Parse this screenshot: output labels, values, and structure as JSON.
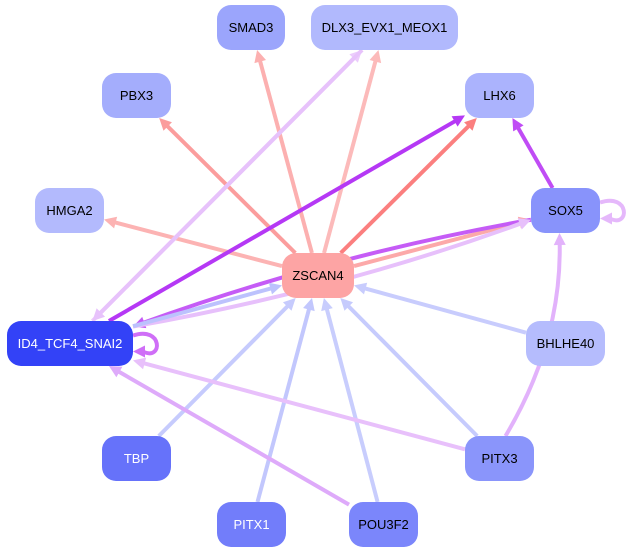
{
  "graph": {
    "center": "ZSCAN4",
    "nodes": [
      {
        "id": "SMAD3",
        "label": "SMAD3",
        "fill": "#9ba5fc",
        "text": "#000000"
      },
      {
        "id": "DLX3_EVX1_MEOX1",
        "label": "DLX3_EVX1_MEOX1",
        "fill": "#b1b9fd",
        "text": "#000000"
      },
      {
        "id": "PBX3",
        "label": "PBX3",
        "fill": "#a4adfc",
        "text": "#000000"
      },
      {
        "id": "LHX6",
        "label": "LHX6",
        "fill": "#abb3fd",
        "text": "#000000"
      },
      {
        "id": "HMGA2",
        "label": "HMGA2",
        "fill": "#b3bafd",
        "text": "#000000"
      },
      {
        "id": "SOX5",
        "label": "SOX5",
        "fill": "#8893fb",
        "text": "#000000"
      },
      {
        "id": "ZSCAN4",
        "label": "ZSCAN4",
        "fill": "#fda4a4",
        "text": "#000000"
      },
      {
        "id": "ID4_TCF4_SNAI2",
        "label": "ID4_TCF4_SNAI2",
        "fill": "#3342f7",
        "text": "#ffffff"
      },
      {
        "id": "BHLHE40",
        "label": "BHLHE40",
        "fill": "#b5bcfd",
        "text": "#000000"
      },
      {
        "id": "TBP",
        "label": "TBP",
        "fill": "#6672fa",
        "text": "#ffffff"
      },
      {
        "id": "PITX3",
        "label": "PITX3",
        "fill": "#8a95fb",
        "text": "#000000"
      },
      {
        "id": "PITX1",
        "label": "PITX1",
        "fill": "#727dfa",
        "text": "#ffffff"
      },
      {
        "id": "POU3F2",
        "label": "POU3F2",
        "fill": "#7b86fb",
        "text": "#000000"
      }
    ],
    "edges": [
      {
        "from": "ZSCAN4",
        "to": "SMAD3",
        "color": "#fcb0b0"
      },
      {
        "from": "ZSCAN4",
        "to": "DLX3_EVX1_MEOX1",
        "color": "#fcbaba"
      },
      {
        "from": "ZSCAN4",
        "to": "PBX3",
        "color": "#fb9d9d"
      },
      {
        "from": "ZSCAN4",
        "to": "LHX6",
        "color": "#fb7f7f"
      },
      {
        "from": "ZSCAN4",
        "to": "HMGA2",
        "color": "#fcb3b3"
      },
      {
        "from": "ZSCAN4",
        "to": "SOX5",
        "color": "#fca9a9"
      },
      {
        "from": "SOX5",
        "to": "LHX6",
        "color": "#c04cf5"
      },
      {
        "from": "SOX5",
        "to": "SOX5",
        "color": "#e5b8fb",
        "self": true
      },
      {
        "from": "SOX5",
        "to": "ID4_TCF4_SNAI2",
        "color": "#c55cf6",
        "curve": true
      },
      {
        "from": "ID4_TCF4_SNAI2",
        "to": "SOX5",
        "color": "#e7c0fb",
        "curve": true
      },
      {
        "from": "ID4_TCF4_SNAI2",
        "to": "LHX6",
        "color": "#b538f5"
      },
      {
        "from": "ID4_TCF4_SNAI2",
        "to": "DLX3_EVX1_MEOX1",
        "color": "#ecccfc"
      },
      {
        "from": "DLX3_EVX1_MEOX1",
        "to": "ID4_TCF4_SNAI2",
        "color": "#e7c2fb"
      },
      {
        "from": "ID4_TCF4_SNAI2",
        "to": "ID4_TCF4_SNAI2",
        "color": "#cf6ef7",
        "self": true
      },
      {
        "from": "ID4_TCF4_SNAI2",
        "to": "ZSCAN4",
        "color": "#bcc2fd"
      },
      {
        "from": "BHLHE40",
        "to": "ZSCAN4",
        "color": "#c8ccfd"
      },
      {
        "from": "TBP",
        "to": "ZSCAN4",
        "color": "#c6cbfd"
      },
      {
        "from": "PITX1",
        "to": "ZSCAN4",
        "color": "#c2c7fd"
      },
      {
        "from": "POU3F2",
        "to": "ZSCAN4",
        "color": "#c8cdfd"
      },
      {
        "from": "PITX3",
        "to": "ZSCAN4",
        "color": "#c6cbfd"
      },
      {
        "from": "PITX3",
        "to": "SOX5",
        "color": "#e2b2fb",
        "curve": true
      },
      {
        "from": "PITX3",
        "to": "ID4_TCF4_SNAI2",
        "color": "#e8c0fb"
      },
      {
        "from": "POU3F2",
        "to": "ID4_TCF4_SNAI2",
        "color": "#deaafa"
      }
    ]
  }
}
